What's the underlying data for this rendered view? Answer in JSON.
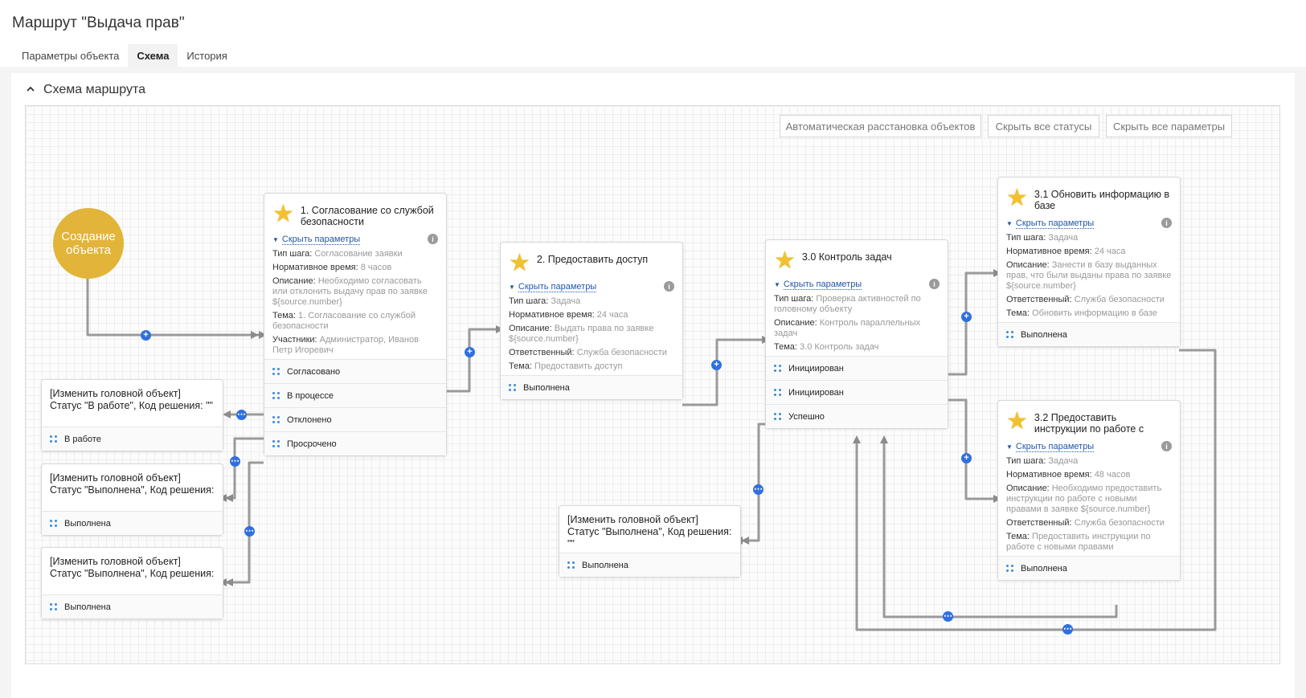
{
  "page": {
    "title": "Маршрут \"Выдача прав\"",
    "tabs": [
      {
        "label": "Параметры объекта",
        "active": false
      },
      {
        "label": "Схема",
        "active": true
      },
      {
        "label": "История",
        "active": false
      }
    ],
    "section_title": "Схема маршрута"
  },
  "toolbar": {
    "auto_layout": "Автоматическая расстановка объектов",
    "hide_statuses": "Скрыть все статусы",
    "hide_params": "Скрыть все параметры"
  },
  "labels": {
    "hide_params_link": "Скрыть параметры",
    "step_type": "Тип шага:",
    "norm_time": "Нормативное время:",
    "description": "Описание:",
    "theme": "Тема:",
    "participants": "Участники:",
    "responsible": "Ответственный:"
  },
  "start_node": {
    "label": "Создание объекта"
  },
  "steps": {
    "s1": {
      "title": "1. Согласование со службой безопасности",
      "type": "Согласование заявки",
      "time": "8 часов",
      "description": "Необходимо согласовать или отклонить выдачу прав по заявке ${source.number}",
      "theme": "1. Согласование со службой безопасности",
      "participants": "Администратор, Иванов Петр Игоревич",
      "statuses": [
        "Согласовано",
        "В процессе",
        "Отклонено",
        "Просрочено"
      ]
    },
    "s2": {
      "title": "2. Предоставить доступ",
      "type": "Задача",
      "time": "24 часа",
      "description": "Выдать права по заявке ${source.number}",
      "responsible": "Служба безопасности",
      "theme": "Предоставить доступ",
      "statuses": [
        "Выполнена"
      ]
    },
    "s3": {
      "title": "3.0 Контроль задач",
      "type": "Проверка активностей по головному объекту",
      "description": "Контроль параллельных задач",
      "theme": "3.0 Контроль задач",
      "statuses": [
        "Инициирован",
        "Инициирован",
        "Успешно"
      ]
    },
    "s31": {
      "title": "3.1 Обновить информацию в базе",
      "type": "Задача",
      "time": "24 часа",
      "description": "Занести в базу выданных прав, что были выданы права по заявке ${source.number}",
      "responsible": "Служба безопасности",
      "theme": "Обновить информацию в базе",
      "statuses": [
        "Выполнена"
      ]
    },
    "s32": {
      "title": "3.2 Предоставить инструкции по работе с",
      "type": "Задача",
      "time": "48 часов",
      "description": "Необходимо предоставить инструкции по работе с новыми правами в заявке ${source.number}",
      "responsible": "Служба безопасности",
      "theme": "Предоставить инструкции по работе с новыми правами",
      "statuses": [
        "Выполнена"
      ]
    }
  },
  "status_nodes": {
    "a": {
      "text": "[Изменить головной объект] Статус \"В работе\", Код решения: \"\"",
      "status": "В работе"
    },
    "b": {
      "text": "[Изменить головной объект] Статус \"Выполнена\", Код решения:",
      "status": "Выполнена"
    },
    "c": {
      "text": "[Изменить головной объект] Статус \"Выполнена\", Код решения:",
      "status": "Выполнена"
    },
    "d": {
      "text": "[Изменить головной объект] Статус \"Выполнена\", Код решения: \"\"",
      "status": "Выполнена"
    }
  },
  "colors": {
    "start_node": "#e2b43a",
    "connector_bubble": "#2f6fe0",
    "link": "#2357a6",
    "status_icon": "#3b8bd6",
    "star": "#f2c12e"
  }
}
